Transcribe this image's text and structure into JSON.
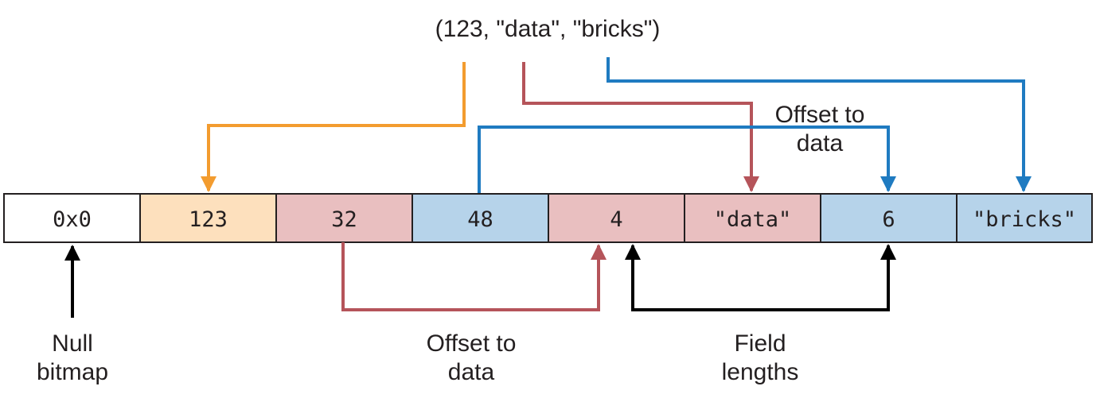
{
  "tuple_label": "(123, \"data\", \"bricks\")",
  "cells": [
    {
      "text": "0x0",
      "fill": "#ffffff"
    },
    {
      "text": "123",
      "fill": "#fde0bd"
    },
    {
      "text": "32",
      "fill": "#e9bfc0"
    },
    {
      "text": "48",
      "fill": "#b6d3ea"
    },
    {
      "text": "4",
      "fill": "#e9bfc0"
    },
    {
      "text": "\"data\"",
      "fill": "#e9bfc0"
    },
    {
      "text": "6",
      "fill": "#b6d3ea"
    },
    {
      "text": "\"bricks\"",
      "fill": "#b6d3ea"
    }
  ],
  "labels": {
    "offset_top": [
      "Offset to",
      "data"
    ],
    "null_bitmap": [
      "Null",
      "bitmap"
    ],
    "offset_bottom": [
      "Offset to",
      "data"
    ],
    "field_lengths": [
      "Field",
      "lengths"
    ]
  },
  "colors": {
    "orange": "#f39c2f",
    "red": "#b5545a",
    "blue": "#1f7bc1",
    "black": "#000000"
  }
}
